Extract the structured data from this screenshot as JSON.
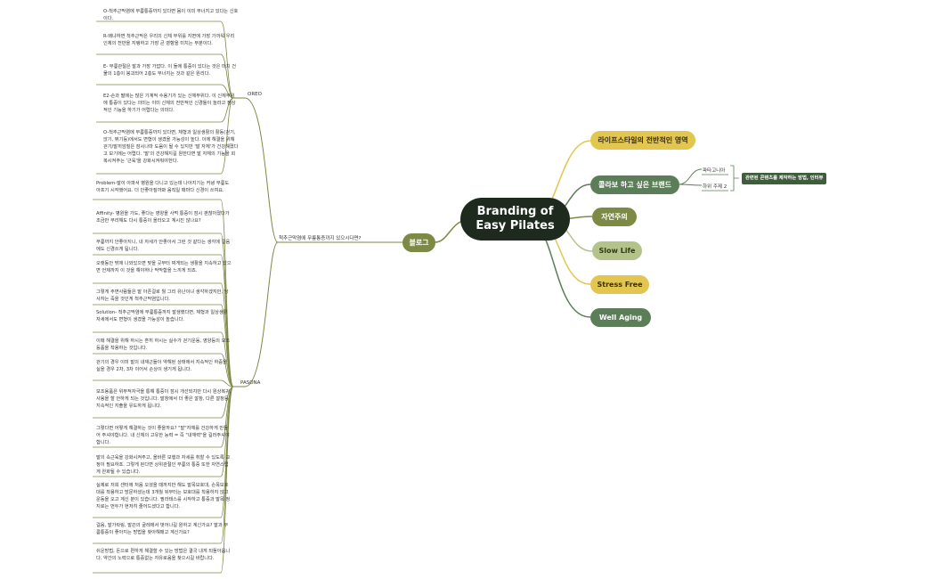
{
  "central": {
    "line1": "Branding of",
    "line2": "Easy Pilates"
  },
  "branches": {
    "lifestyle": "라이프스타일의 전반적인 영역",
    "brand": "콜라보 하고 싶은 브랜드",
    "nature": "자연주의",
    "slow_life": "Slow Life",
    "stress_free": "Stress Free",
    "well_aging": "Well Aging",
    "blog": "블로그"
  },
  "brand_children": {
    "item1": "파타고니아",
    "item2": "하위 주제 2"
  },
  "brand_tag": "관련된 콘텐츠를 제작하는 방법, 인터뷰",
  "blog_link_label": "척추근막염에 무릎통증까지 있으시다면?",
  "blog_children": {
    "oreo": "OREO",
    "pasona": "PASONA"
  },
  "oreo_notes": [
    "O-척추근막염에 무릎통증까지 있다면 몸이 이미 무너지고 있다는 신호이다.",
    "R-왜냐하면 척추근막은 우리의 신체 부위를 지면에 가장 가까워 우리 인체의 전반을 지탱하고 가장 큰 영향을 미치는 부분이다.",
    "E- 무릎관절은 발과 가장 가깝다. 이 둘에 통증이 있다는 것은 마치 건물의 1층이 붕괴되어 2층도 무너지는 것과 같은 원리다.",
    "E2-손과 팔에는 많은 기계적 수용기가 있는 신체부위다. 이 신체부위에 통증이 있다는 의미는 이미 신체의 전반적인 신경들이 놀라고 정상적인 기능을 하기가 어렵다는 의미다.",
    "O-척추근막염에 무릎통증까지 있다면, 체형과 일상생활의 활동(걷기, 앉기, 뛰기등)에서도 변형이 생겼을 가능성이 높다. 이에 해결을 위해 걷기/발끼암질은 잠시나마 도움이 될 수 있지만 '발 자체'가 건강해졌다고 보기에는 어렵다. '발'의 건강해지길 원한다면 발 자체의 기능을 회복시켜주는 '근육'을 강화시켜줘야한다."
  ],
  "pasona_notes": [
    "Problem-발이 아파서 병원을 다니고 있는데 나아지기는 커녕 무릎도 아프기 시작했어요. 더 안좋아질까봐 움직일 때마다 신경이 쓰여요.",
    "Affinity- 병원을 가도, 좋다는 영양을 사먹 통증이 잠시 괜찮아졌다가 조금만 무리해도 다시 통증이 올라오고 계시진 않나요?",
    "무릎까지 안좋아지니, 내 자세가 안좋아서 그런 것 같다는 생각에 걸음에도 신경쓰게 됩니다.",
    "오랫동안 밖에 나와있으면 맞을 곳부터 찌게되는 생활을 지속하고 있으면 언제까지 이 것을 해야하나 막막함을 느끼게 되죠.",
    "그렇게 주변사람들은 발 아픈걸로 뭘 그리 유난이냐 생각하겠지만, 당사자는 죽을 것인게 척추근막염입니다.",
    "Solution- 척추근막염에 무릎통증까지 발생했다면, 체형과 일상생활 자세에서도 변형이 생겼을 가능성이 높습니다.",
    "이때 해결을 위해 하시는 흔히 하시는 실수가 걷기운동, 영양등의 보조등품을 착용하는 것입니다.",
    "걷기의 경우 이미 발의 내재근들이 약해된 상태에서 지속적인 하중을 실을 경우 2차, 3차 이어서 손상이 생기게 됩니다.",
    "보조용품은 위부적자극을 통해 통증이 잠시 개선되지만 다시 원상복귀, 사용을 할 안하게 되는 것입니다. 발창에서 더 좋은 깔창, 다른 깔창등 지속적인 지출을 유도하게 됩니다.",
    "그렇다면 어떻게 해결하는 것이 좋을까요? \"발\"자체를 건강하게 만들어 주셔야합니다. 내 신체의 고유한 능력 = 즉 \"내재력\"을 길러주셔야 합니다.",
    "발의 속근육을 강화시켜주고, 올바른 보행과 자세를 취할 수 있도록 교정이 필요하죠. 그렇게 된다면 상위관절인 무릎의 통증 또한 자연스럽게 완화될 수 있습니다.",
    "실제로 저희 센터에 처음 오셨을 때까지만 해도 발목보호대, 손목보호대를 착용하고 방문하셨는데 3개월 뒤부터는 보호대를 착용하지 않고 운동을 오고 계신 분이 있습니다. 필라테스를 시작하고 통증과 발목 정지로는 번두가 현저히 줄어드셨다고 합니다.",
    "걸음, 발가락링, 발끈의 굴레에서 벗어나길 원하고 계신가요? 발과 무릎통증이 좋아지는 방법을 찾아해매고 계신가요?",
    "쉬운방법, 돈으로 편하게 해결할 수 있는 방법은 결국 내게 되돌아옵니다. 약간의 노력으로 통증없는 자유로움을 찾으시길 바랍니다."
  ],
  "colors": {
    "central": "#1d2a1d",
    "green": "#5b7d57",
    "olive": "#7c8a45",
    "light_green": "#b3c38a",
    "yellow": "#e3c64f",
    "tag": "#3f5c3d",
    "line": "#7c8a45",
    "line_yellow": "#e3c64f"
  }
}
